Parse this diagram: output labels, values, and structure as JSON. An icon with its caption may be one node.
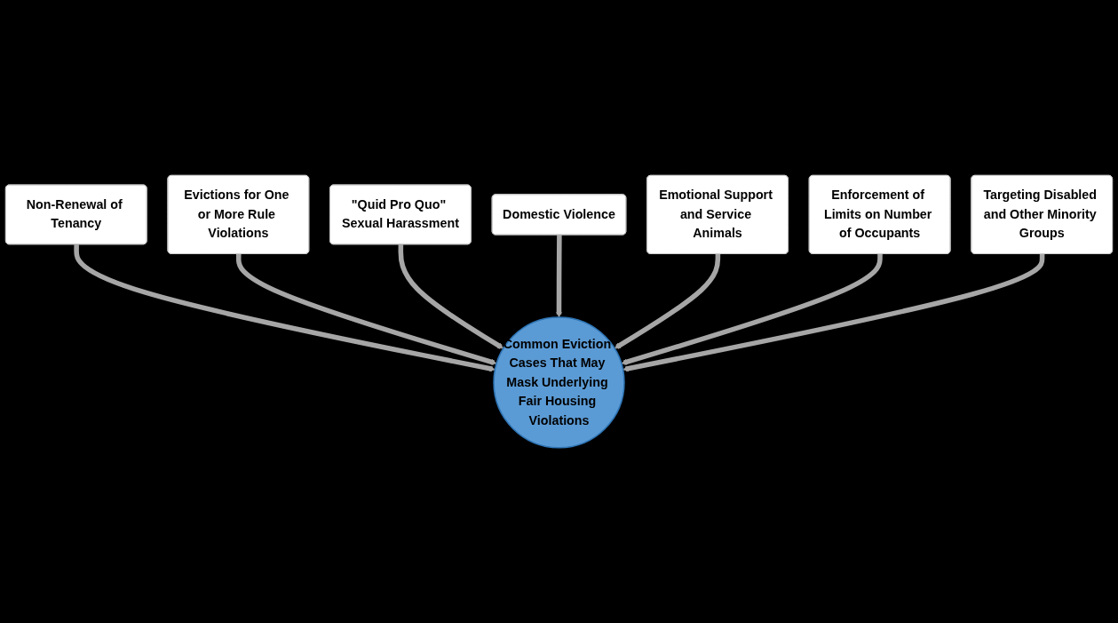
{
  "diagram": {
    "nodes": [
      {
        "text": [
          "Non-Renewal of Tenancy"
        ]
      },
      {
        "text": [
          "Evictions for One or More Rule Violations"
        ]
      },
      {
        "text": [
          "\"Quid Pro Quo\" Sexual Harassment"
        ]
      },
      {
        "text": [
          "Domestic Violence"
        ]
      },
      {
        "text": [
          "Emotional Support and Service Animals"
        ]
      },
      {
        "text": [
          "Enforcement of Limits on Number of Occupants"
        ]
      },
      {
        "text": [
          "Targeting Disabled and Other Minority Groups"
        ]
      },
      {
        "text": [
          "Common Eviction Cases That May Mask Underlying Fair Housing Violations"
        ]
      }
    ],
    "edges": [
      {
        "from": 0,
        "to": 7,
        "arrow": "to"
      },
      {
        "from": 1,
        "to": 7,
        "arrow": "to"
      },
      {
        "from": 2,
        "to": 7,
        "arrow": "to"
      },
      {
        "from": 3,
        "to": 7,
        "arrow": "to"
      },
      {
        "from": 4,
        "to": 7,
        "arrow": "to"
      },
      {
        "from": 5,
        "to": 7,
        "arrow": "to"
      },
      {
        "from": 6,
        "to": 7,
        "arrow": "to"
      }
    ]
  }
}
